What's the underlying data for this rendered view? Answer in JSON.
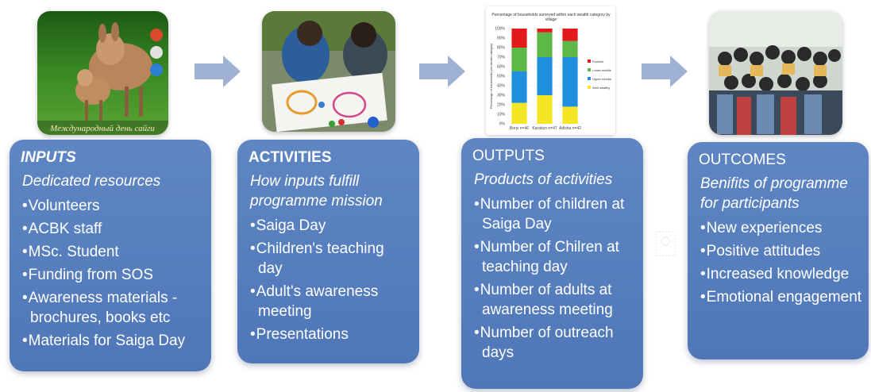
{
  "photos": {
    "saiga_poster_caption": "Международный день сайги"
  },
  "boxes": [
    {
      "title": "INPUTS",
      "subtitle": "Dedicated resources",
      "items": [
        "Volunteers",
        "ACBK staff",
        "MSc. Student",
        "Funding from SOS",
        "Awareness materials - brochures, books etc",
        "Materials for Saiga Day"
      ]
    },
    {
      "title": "ACTIVITIES",
      "subtitle": "How inputs fulfill programme mission",
      "items": [
        "Saiga Day",
        "Children's teaching day",
        "Adult's awareness meeting",
        "Presentations"
      ]
    },
    {
      "title": "OUTPUTS",
      "subtitle": "Products of activities",
      "items": [
        "Number of children at Saiga Day",
        "Number of Chilren at teaching day",
        "Number of adults at awareness meeting",
        "Number of outreach days"
      ]
    },
    {
      "title": "OUTCOMES",
      "subtitle": "Benifits of programme for participants",
      "items": [
        "New experiences",
        "Positive attitudes",
        "Increased knowledge",
        "Emotional engagement"
      ]
    }
  ],
  "colors": {
    "box": "#5479bb",
    "arrow": "#9fb2d3",
    "wealthiest": "#e31a1c",
    "lower_middle": "#5db848",
    "upper_middle": "#1f8fde",
    "well_wealthy": "#f5e625"
  },
  "chart_data": {
    "type": "bar",
    "stacked": true,
    "title": "Percentage of households surveyed within each wealth category by village",
    "ylabel": "Percentage of households per wealth category",
    "ylim": [
      0,
      100
    ],
    "yticks": [
      "0%",
      "10%",
      "20%",
      "30%",
      "40%",
      "50%",
      "60%",
      "70%",
      "80%",
      "90%",
      "100%"
    ],
    "categories": [
      "Boryi n=46",
      "Karabyn n=47",
      "Adisha n=42"
    ],
    "series": [
      {
        "name": "Well wealthy",
        "color": "#f5e625",
        "values": [
          22,
          30,
          18
        ]
      },
      {
        "name": "Upper middle",
        "color": "#1f8fde",
        "values": [
          33,
          40,
          52
        ]
      },
      {
        "name": "Lower middle",
        "color": "#5db848",
        "values": [
          25,
          26,
          17
        ]
      },
      {
        "name": "Poorest",
        "color": "#e31a1c",
        "values": [
          20,
          4,
          13
        ]
      }
    ],
    "legend_order": [
      "Poorest",
      "Lower middle",
      "Upper middle",
      "Well wealthy"
    ],
    "legend_position": "right"
  }
}
